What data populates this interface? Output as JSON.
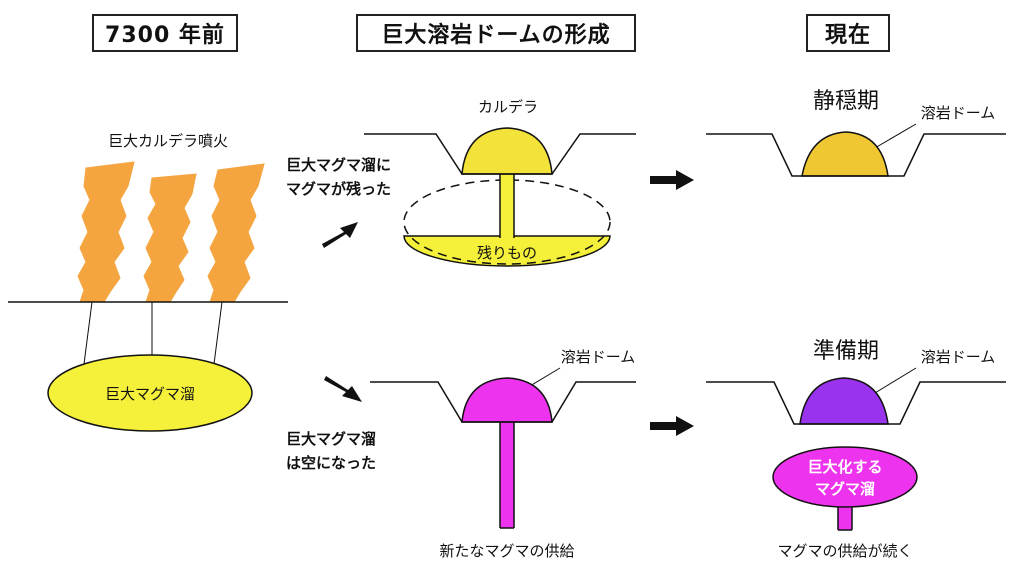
{
  "headers": {
    "past": "7300 年前",
    "formation": "巨大溶岩ドームの形成",
    "present": "現在"
  },
  "labels": {
    "eruption": "巨大カルデラ噴火",
    "magma_chamber": "巨大マグマ溜",
    "caldera": "カルデラ",
    "remain_line1": "巨大マグマ溜に",
    "remain_line2": "マグマが残った",
    "leftover": "残りもの",
    "dormant": "静穏期",
    "dome_top": "溶岩ドーム",
    "empty_line1": "巨大マグマ溜",
    "empty_line2": "は空になった",
    "dome_mid": "溶岩ドーム",
    "new_supply": "新たなマグマの供給",
    "preparatory": "準備期",
    "dome_bottom": "溶岩ドーム",
    "growing_line1": "巨大化する",
    "growing_line2": "マグマ溜",
    "continued_supply": "マグマの供給が続く"
  },
  "colors": {
    "plume": "#F5A540",
    "chamber_yellow": "#F5F03A",
    "dome_yellow": "#F2E23A",
    "dome_gold": "#EFC733",
    "magenta": "#EE33EE",
    "purple": "#9933EE"
  }
}
